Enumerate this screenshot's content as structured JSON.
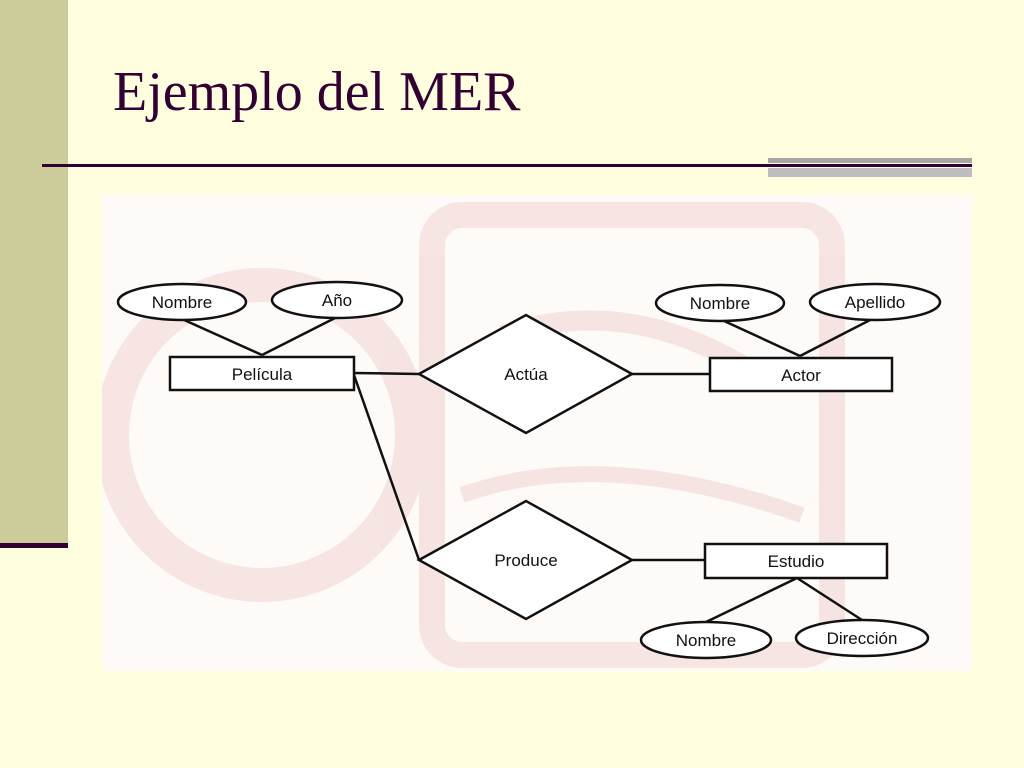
{
  "slide": {
    "title": "Ejemplo del MER"
  },
  "diagram": {
    "entities": {
      "pelicula": "Película",
      "actor": "Actor",
      "estudio": "Estudio"
    },
    "relationships": {
      "actua": "Actúa",
      "produce": "Produce"
    },
    "attributes": {
      "pelicula_nombre": "Nombre",
      "pelicula_anio": "Año",
      "actor_nombre": "Nombre",
      "actor_apellido": "Apellido",
      "estudio_nombre": "Nombre",
      "estudio_direccion": "Dirección"
    }
  },
  "colors": {
    "background": "#FFFFE0",
    "side_bar": "#CCCC9A",
    "title": "#330033",
    "accent_gray": "#A6A6A6"
  }
}
